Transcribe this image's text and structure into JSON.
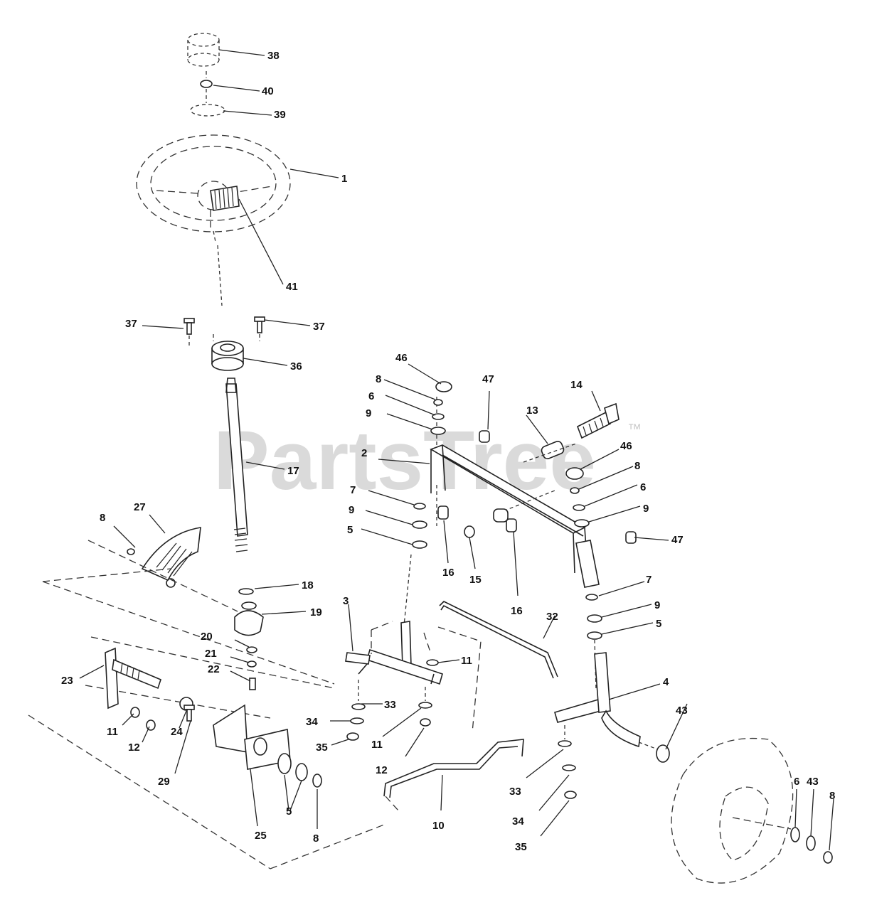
{
  "watermark": {
    "text": "PartsTree",
    "trademark": "™"
  },
  "callouts": [
    {
      "id": "c38",
      "label": "38"
    },
    {
      "id": "c40",
      "label": "40"
    },
    {
      "id": "c39",
      "label": "39"
    },
    {
      "id": "c1",
      "label": "1"
    },
    {
      "id": "c41",
      "label": "41"
    },
    {
      "id": "c37a",
      "label": "37"
    },
    {
      "id": "c37b",
      "label": "37"
    },
    {
      "id": "c36",
      "label": "36"
    },
    {
      "id": "c17",
      "label": "17"
    },
    {
      "id": "c8a",
      "label": "8"
    },
    {
      "id": "c27",
      "label": "27"
    },
    {
      "id": "c18",
      "label": "18"
    },
    {
      "id": "c19",
      "label": "19"
    },
    {
      "id": "c20",
      "label": "20"
    },
    {
      "id": "c21",
      "label": "21"
    },
    {
      "id": "c22",
      "label": "22"
    },
    {
      "id": "c23",
      "label": "23"
    },
    {
      "id": "c11a",
      "label": "11"
    },
    {
      "id": "c12a",
      "label": "12"
    },
    {
      "id": "c24",
      "label": "24"
    },
    {
      "id": "c29",
      "label": "29"
    },
    {
      "id": "c25",
      "label": "25"
    },
    {
      "id": "c5a",
      "label": "5"
    },
    {
      "id": "c8b",
      "label": "8"
    },
    {
      "id": "c46a",
      "label": "46"
    },
    {
      "id": "c8c",
      "label": "8"
    },
    {
      "id": "c6a",
      "label": "6"
    },
    {
      "id": "c9a",
      "label": "9"
    },
    {
      "id": "c47a",
      "label": "47"
    },
    {
      "id": "c13",
      "label": "13"
    },
    {
      "id": "c14",
      "label": "14"
    },
    {
      "id": "c2",
      "label": "2"
    },
    {
      "id": "c46b",
      "label": "46"
    },
    {
      "id": "c8d",
      "label": "8"
    },
    {
      "id": "c6b",
      "label": "6"
    },
    {
      "id": "c9b",
      "label": "9"
    },
    {
      "id": "c7a",
      "label": "7"
    },
    {
      "id": "c9c",
      "label": "9"
    },
    {
      "id": "c5b",
      "label": "5"
    },
    {
      "id": "c16a",
      "label": "16"
    },
    {
      "id": "c15",
      "label": "15"
    },
    {
      "id": "c47b",
      "label": "47"
    },
    {
      "id": "c16b",
      "label": "16"
    },
    {
      "id": "c7b",
      "label": "7"
    },
    {
      "id": "c9d",
      "label": "9"
    },
    {
      "id": "c5c",
      "label": "5"
    },
    {
      "id": "c3",
      "label": "3"
    },
    {
      "id": "c32",
      "label": "32"
    },
    {
      "id": "c11b",
      "label": "11"
    },
    {
      "id": "c4",
      "label": "4"
    },
    {
      "id": "c33a",
      "label": "33"
    },
    {
      "id": "c34a",
      "label": "34"
    },
    {
      "id": "c11c",
      "label": "11"
    },
    {
      "id": "c35a",
      "label": "35"
    },
    {
      "id": "c12b",
      "label": "12"
    },
    {
      "id": "c43a",
      "label": "43"
    },
    {
      "id": "c33b",
      "label": "33"
    },
    {
      "id": "c10",
      "label": "10"
    },
    {
      "id": "c34b",
      "label": "34"
    },
    {
      "id": "c6c",
      "label": "6"
    },
    {
      "id": "c43b",
      "label": "43"
    },
    {
      "id": "c8e",
      "label": "8"
    },
    {
      "id": "c35b",
      "label": "35"
    }
  ]
}
